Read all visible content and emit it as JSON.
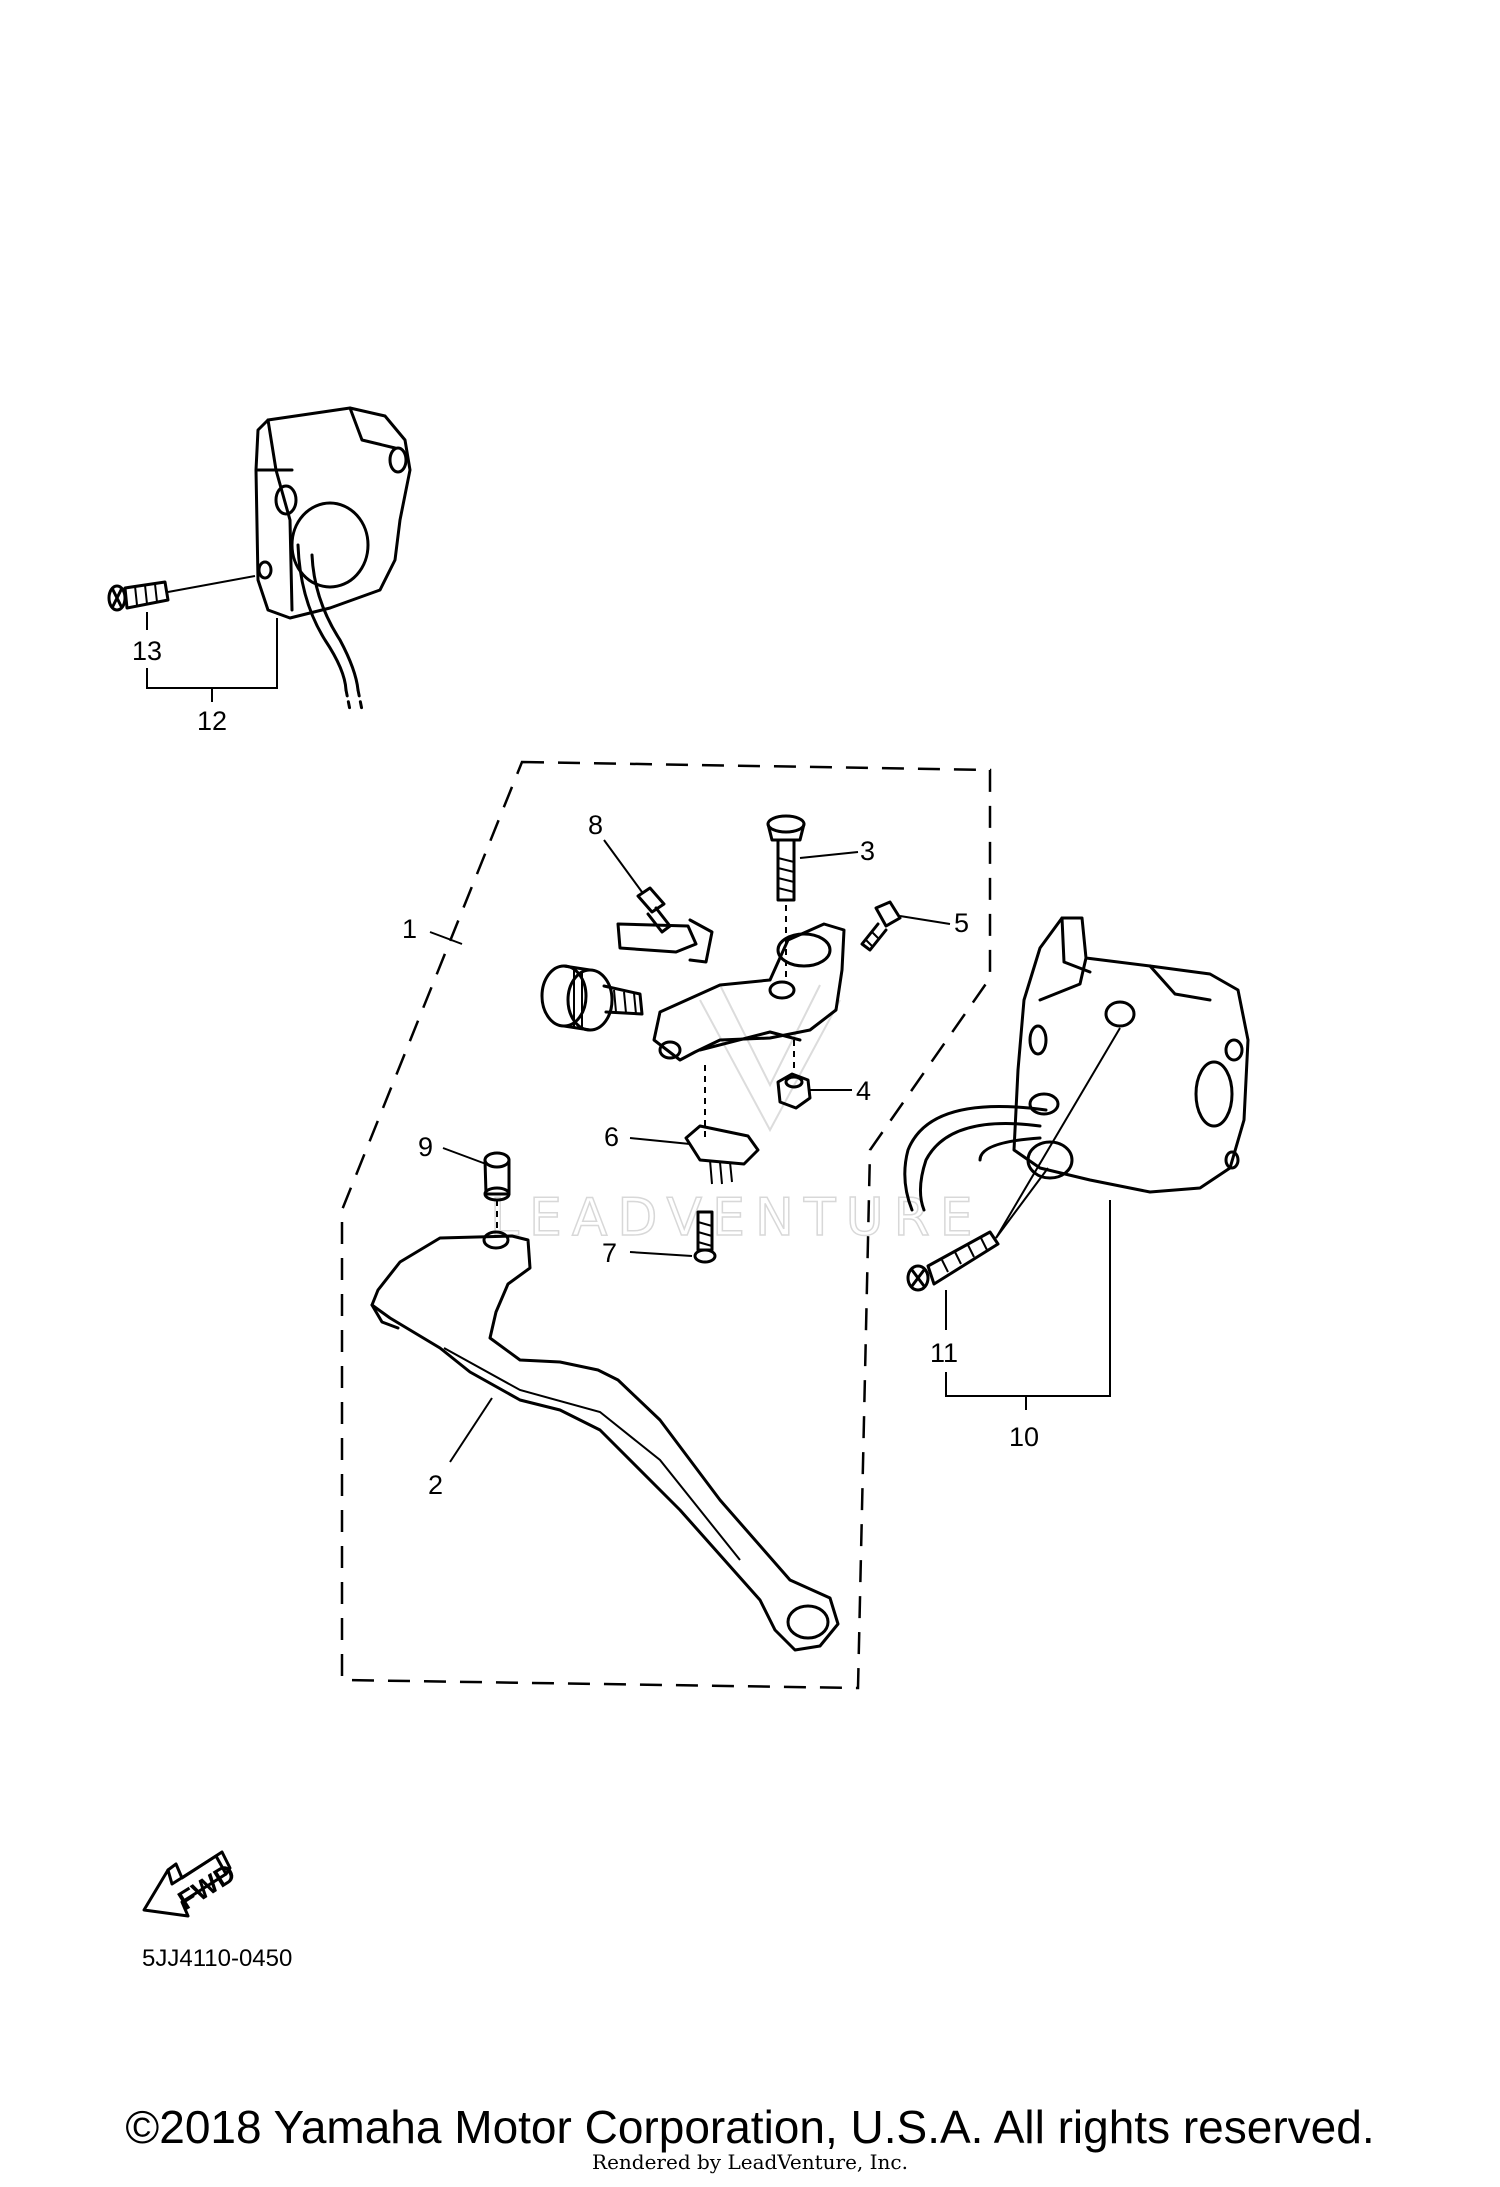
{
  "diagram": {
    "callouts": [
      {
        "id": "1",
        "label": "1"
      },
      {
        "id": "2",
        "label": "2"
      },
      {
        "id": "3",
        "label": "3"
      },
      {
        "id": "4",
        "label": "4"
      },
      {
        "id": "5",
        "label": "5"
      },
      {
        "id": "6",
        "label": "6"
      },
      {
        "id": "7",
        "label": "7"
      },
      {
        "id": "8",
        "label": "8"
      },
      {
        "id": "9",
        "label": "9"
      },
      {
        "id": "10",
        "label": "10"
      },
      {
        "id": "11",
        "label": "11"
      },
      {
        "id": "12",
        "label": "12"
      },
      {
        "id": "13",
        "label": "13"
      }
    ],
    "fwd_label": "FWD",
    "diagram_code": "5JJ4110-0450",
    "watermark_text": "LEADVENTURE"
  },
  "footer": {
    "copyright": "©2018 Yamaha Motor Corporation, U.S.A. All rights reserved.",
    "rendered_by": "Rendered by LeadVenture, Inc."
  }
}
